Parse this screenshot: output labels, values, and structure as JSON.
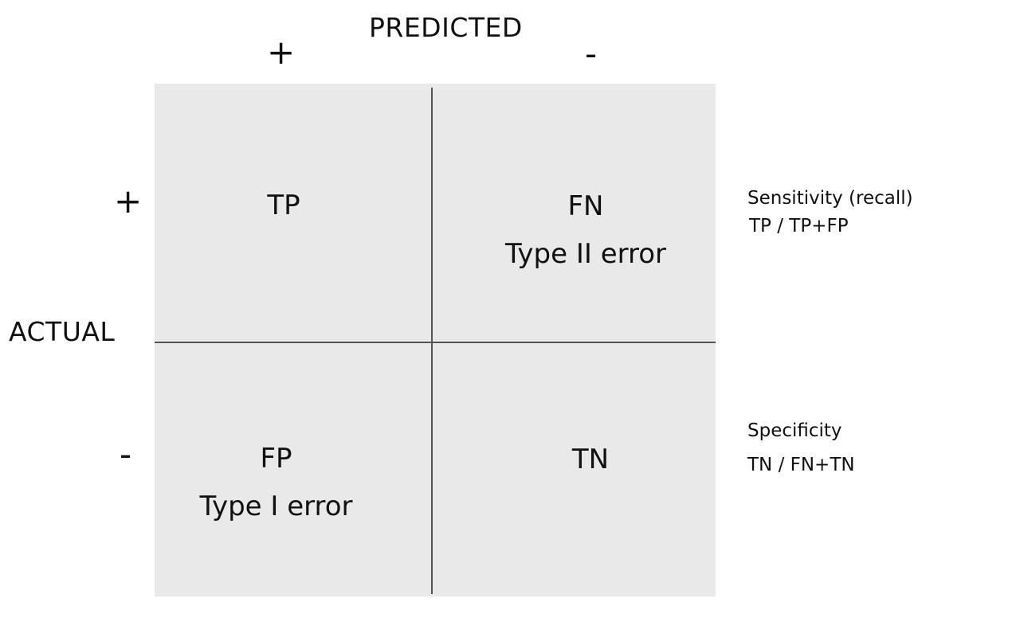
{
  "predicted_axis": {
    "title": "PREDICTED",
    "positive": "+",
    "negative": "-"
  },
  "actual_axis": {
    "title": "ACTUAL",
    "positive": "+",
    "negative": "-"
  },
  "cells": {
    "tp": {
      "label": "TP",
      "note": ""
    },
    "fn": {
      "label": "FN",
      "note": "Type II error"
    },
    "fp": {
      "label": "FP",
      "note": "Type I error"
    },
    "tn": {
      "label": "TN",
      "note": ""
    }
  },
  "metrics": {
    "sensitivity": {
      "name": "Sensitivity (recall)",
      "formula": "TP / TP+FP"
    },
    "specificity": {
      "name": "Specificity",
      "formula": "TN / FN+TN"
    }
  },
  "colors": {
    "matrix_background": "#e9e9e9",
    "divider": "#555555",
    "text": "#111111"
  }
}
